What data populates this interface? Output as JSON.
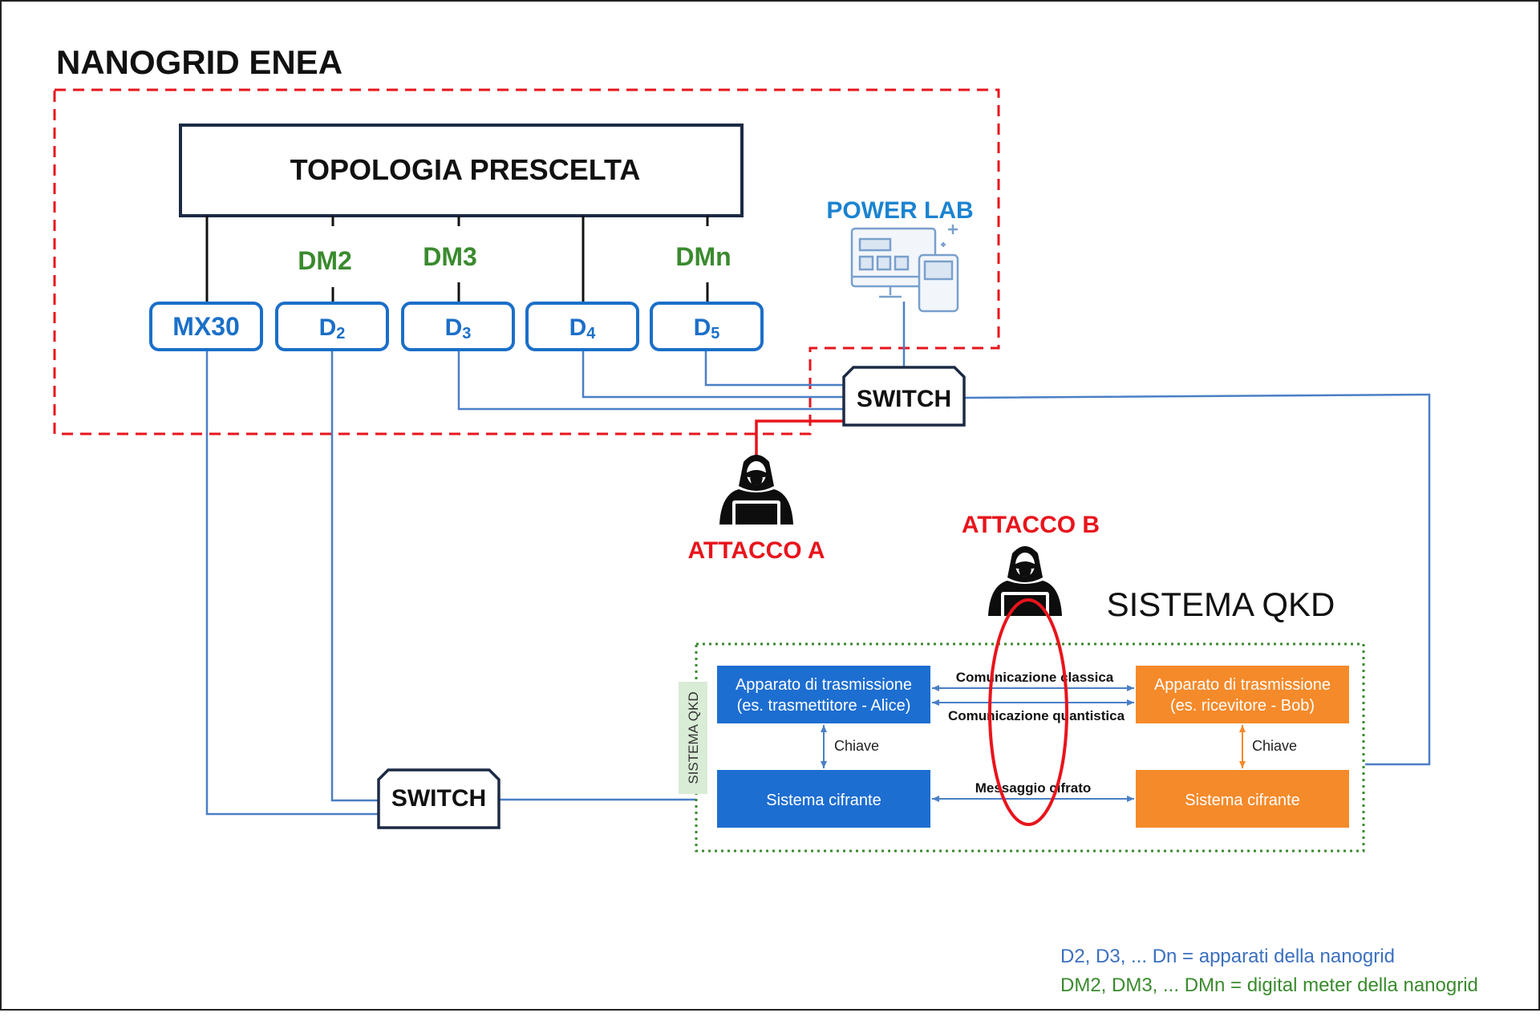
{
  "title": "NANOGRID ENEA",
  "topology": {
    "label": "TOPOLOGIA PRESCELTA"
  },
  "devices": [
    {
      "id": "mx30",
      "label": "MX30",
      "sub": ""
    },
    {
      "id": "d2",
      "label": "D",
      "sub": "2"
    },
    {
      "id": "d3",
      "label": "D",
      "sub": "3"
    },
    {
      "id": "d4",
      "label": "D",
      "sub": "4"
    },
    {
      "id": "d5",
      "label": "D",
      "sub": "5"
    }
  ],
  "meters": [
    "DM2",
    "DM3",
    "DMn"
  ],
  "power_lab": {
    "label": "POWER LAB",
    "icon": "computer-tablet-icon"
  },
  "switch_top": {
    "label": "SWITCH"
  },
  "switch_bottom": {
    "label": "SWITCH"
  },
  "attack_a": {
    "label": "ATTACCO A",
    "icon": "hacker-icon"
  },
  "attack_b": {
    "label": "ATTACCO B",
    "icon": "hacker-icon"
  },
  "qkd": {
    "title": "SISTEMA QKD",
    "side_label": "SISTEMA QKD",
    "alice_line1": "Apparato di trasmissione",
    "alice_line2": "(es. trasmettitore - Alice)",
    "bob_line1": "Apparato di trasmissione",
    "bob_line2": "(es. ricevitore - Bob)",
    "cipher_left": "Sistema cifrante",
    "cipher_right": "Sistema cifrante",
    "classic": "Comunicazione classica",
    "quantum": "Comunicazione quantistica",
    "message": "Messaggio cifrato",
    "key_left": "Chiave",
    "key_right": "Chiave"
  },
  "legend": {
    "line1": "D2, D3, ... Dn = apparati della nanogrid",
    "line2": "DM2, DM3, ... DMn = digital meter della nanogrid"
  },
  "colors": {
    "red": "#e8141c",
    "blue": "#1b6fc8",
    "green": "#3a8a2e",
    "qkd_blue": "#1d6ed1",
    "qkd_orange": "#f58a2a",
    "dark": "#1c2a44",
    "line_blue": "#4a7fc6"
  }
}
